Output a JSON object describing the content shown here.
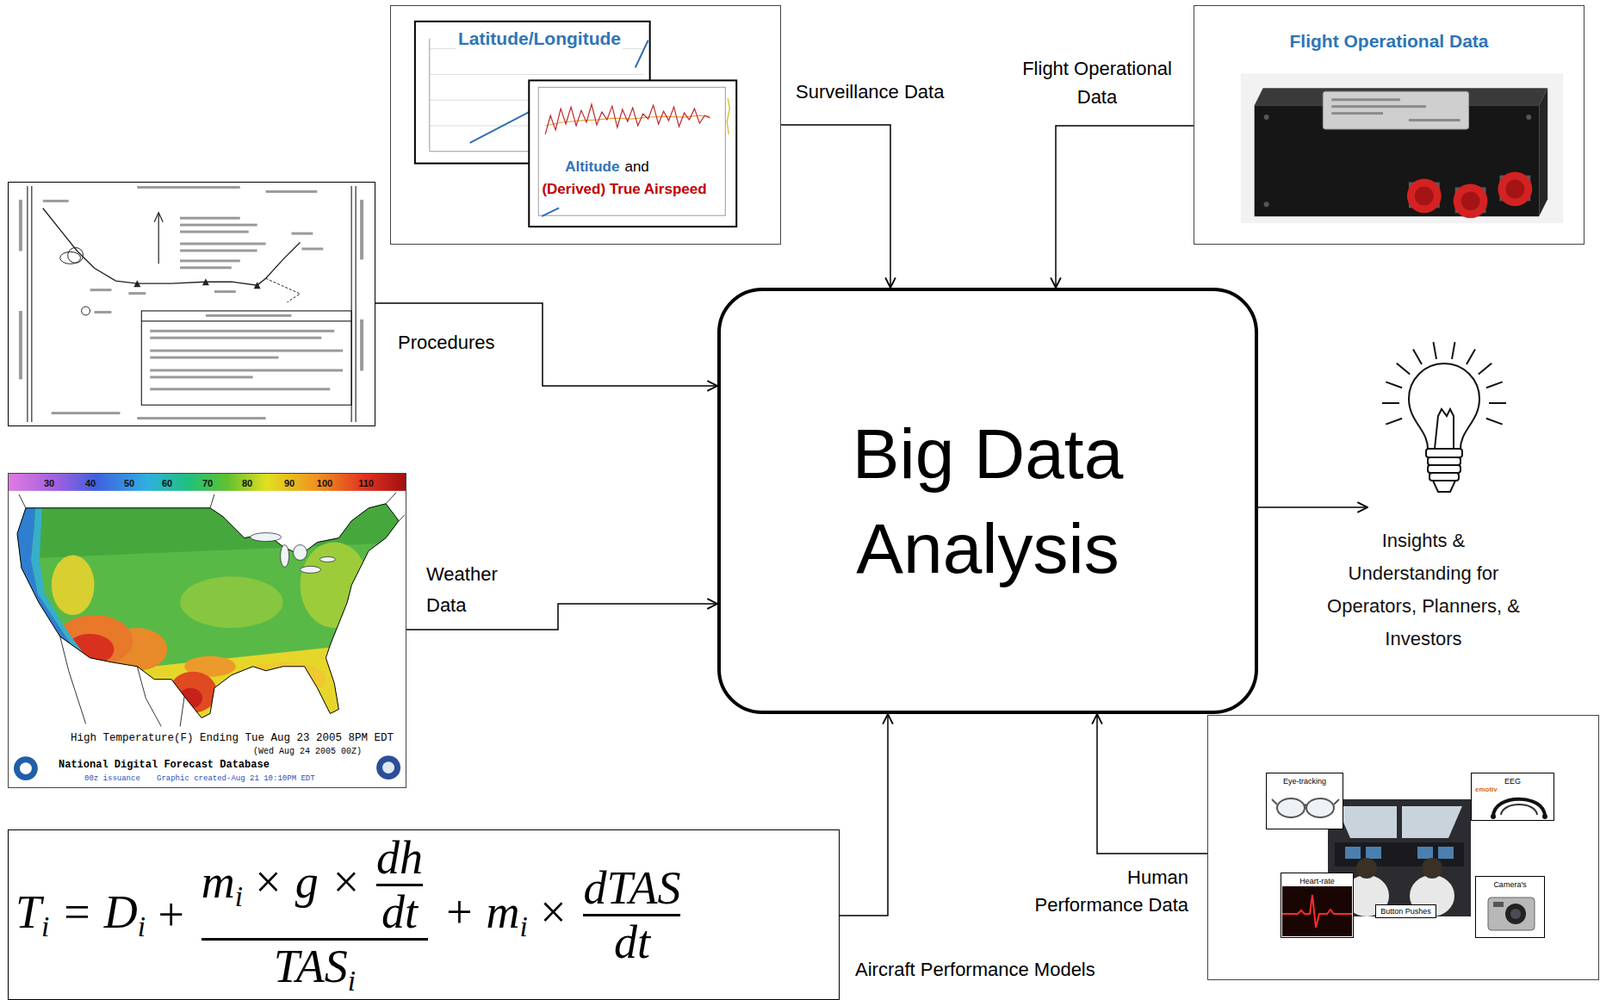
{
  "diagram": {
    "nodes": [
      {
        "text": [
          "Latitude/Longitude",
          "Altitude",
          "and",
          "(Derived) True Airspeed"
        ]
      },
      {
        "text": [
          "Flight Operational Data"
        ]
      },
      {
        "text": []
      },
      {
        "text": [
          "Big Data Analysis"
        ]
      },
      {
        "text": [
          "Insights & Understanding for Operators, Planners, & Investors"
        ]
      },
      {
        "text": [
          "30",
          "40",
          "50",
          "60",
          "70",
          "80",
          "90",
          "100",
          "110",
          "High Temperature(F) Ending Tue Aug 23 2005 8PM EDT",
          "(Wed Aug 24 2005 00Z)",
          "National Digital Forecast Database",
          "00z issuance",
          "Graphic created-Aug 21 10:10PM EDT"
        ]
      },
      {
        "text": []
      },
      {
        "text": [
          "Eye-tracking"
        ],
        "in": 6
      },
      {
        "text": [
          "EEG",
          "emotiv"
        ],
        "in": 6
      },
      {
        "text": [
          "Heart-rate"
        ],
        "in": 6
      },
      {
        "text": [
          "Button Pushes"
        ],
        "in": 6
      },
      {
        "text": [
          "Camera's"
        ],
        "in": 6
      },
      {
        "text": [
          "T",
          "i",
          "= D",
          "i",
          "+",
          "m",
          "i",
          "× g ×",
          "dh",
          "dt",
          "TAS",
          "i",
          "+ m",
          "i",
          "×",
          "dTAS",
          "dt"
        ]
      }
    ],
    "edges": [
      {
        "from": 0,
        "to": 3,
        "label": "Surveillance Data",
        "arrow": "to"
      },
      {
        "from": 1,
        "to": 3,
        "label": "Flight Operational Data",
        "arrow": "to"
      },
      {
        "from": 2,
        "to": 3,
        "label": "Procedures",
        "arrow": "to"
      },
      {
        "from": 5,
        "to": 3,
        "label": "Weather Data",
        "arrow": "to"
      },
      {
        "from": 12,
        "to": 3,
        "label": "Aircraft Performance Models",
        "arrow": "to"
      },
      {
        "from": 6,
        "to": 3,
        "label": "Human Performance Data",
        "arrow": "to"
      },
      {
        "from": 3,
        "to": 4,
        "arrow": "to"
      }
    ]
  }
}
